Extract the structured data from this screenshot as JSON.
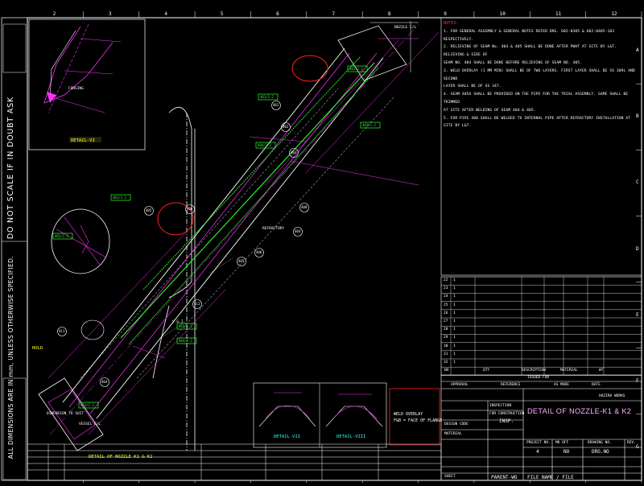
{
  "drawing": {
    "title": "DETAIL OF NOZZLE-K1 & K2",
    "side_note_scale": "DO NOT SCALE IF IN DOUBT ASK",
    "side_note_dims": "ALL DIMENSIONS ARE IN mm, UNLESS OTHERWISE SPECIFIED.",
    "notes_header": "NOTES:",
    "notes": [
      "1. FOR GENERAL ASSEMBLY & GENERAL NOTES REFER DRG. 602-0305 & 602-0405-103 RESPECTIVELY.",
      "2. RELIEVING OF SEAM No. 404 & 405 SHALL BE DONE AFTER PWHT AT SITE BY L&T. RELIEVING & SIDE OF",
      "   SEAM NO. 404 SHALL BE DONE BEFORE RELIEVING OF SEAM NO. 405.",
      "3. WELD OVERLAY (1 MM MIN) SHALL BE OF TWO LAYERS. FIRST LAYER SHALL BE SS 309L AND SECOND",
      "   LAYER SHALL BE OF SS 347.",
      "4. SEAM 405A SHALL BE PROVIDED ON THE PIPE FOR THE TRIAL ASSEMBLY. SAME SHALL BE TRIMMED",
      "   AT SITE AFTER WELDING OF SEAM 404 & 405.",
      "5. FOR PIPE 408 SHALL BE WELDED TO INTERNAL PIPE AFTER REFRACTORY INSTALLATION AT SITE BY L&T."
    ],
    "detail_labels": {
      "detail_vi": "DETAIL-VI",
      "detail_vii": "DETAIL-VII",
      "detail_viii": "DETAIL-VIII",
      "section_label": "DETAIL OF NOZZLE K1 & K2",
      "hold_label": "HOLD",
      "forging": "FORGING",
      "refractory": "REFRACTORY",
      "vessel_cl": "VESSEL C/L",
      "nozzle_cl": "NOZZLE C/L",
      "grind_note": "DIMENSION TO SUIT",
      "weld_note_1": "WELD OVERLAY",
      "weld_note_2": "F&B = FACE OF FLANGE",
      "vg_tag": "V.G.I.",
      "mark_411": "411",
      "mark_404": "404",
      "mark_405": "405",
      "mark_406": "406",
      "mark_408": "408",
      "mark_401": "401",
      "mark_402": "402",
      "mark_403": "403",
      "tag_a": "401/1-2",
      "tag_b": "402/1-2",
      "tag_c": "403/1-2",
      "tag_d": "404/1-2"
    },
    "title_block": {
      "issued_for": "ISSUED FOR",
      "approval": "APPROVAL",
      "reference": "REFERENCE",
      "as_made": "AS MADE",
      "construction": "FOR CONSTRUCTION",
      "inspection": "INSPECTION",
      "date_label": "DATE",
      "company": "HAZIRA WORKS",
      "project_no": "PROJECT NO.",
      "mk_off": "MK OFF",
      "drawing_no": "DRAWING NO.",
      "rev": "REV.",
      "file_name": "FILE NAME / FILE",
      "parent": "PARENT-WO",
      "sheet": "SHEET",
      "project_val": "4",
      "mk_val": "NO",
      "drg_val": "DRG.NO",
      "insp": "INSP.",
      "design_code": "DESIGN CODE",
      "material": "MATERIAL"
    },
    "parts_rows": [
      {
        "no": "22",
        "sym": "1"
      },
      {
        "no": "23",
        "sym": "1"
      },
      {
        "no": "24",
        "sym": "1"
      },
      {
        "no": "25",
        "sym": "1"
      },
      {
        "no": "26",
        "sym": "1"
      },
      {
        "no": "27",
        "sym": "1"
      },
      {
        "no": "28",
        "sym": "1"
      },
      {
        "no": "29",
        "sym": "1"
      },
      {
        "no": "30",
        "sym": "1"
      },
      {
        "no": "31",
        "sym": "1"
      },
      {
        "no": "32",
        "sym": "1"
      }
    ],
    "parts_cols": [
      "NO",
      "QTY",
      "DESCRIPTION",
      "MATERIAL",
      "WT"
    ],
    "grid_cols": [
      "2",
      "3",
      "4",
      "5",
      "6",
      "7",
      "8",
      "9",
      "10",
      "11",
      "12"
    ],
    "grid_rows": [
      "A",
      "B",
      "C",
      "D",
      "E",
      "F",
      "G"
    ],
    "colors": {
      "background": "#000000",
      "outline": "#ffffff",
      "weld": "#ff30ff",
      "green": "#30ff30",
      "red": "#ff2020",
      "yellow": "#ffff30",
      "cyan": "#30ffff"
    }
  }
}
